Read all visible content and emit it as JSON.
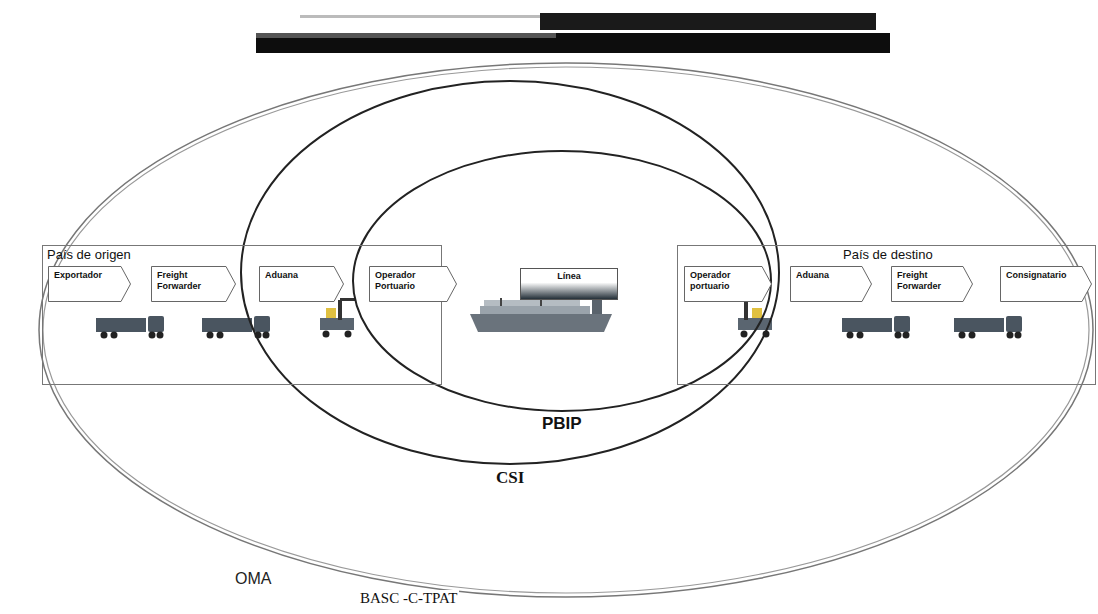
{
  "diagram": {
    "nodes": [
      {
        "text": [
          "OMA",
          "BASC -C-TPAT"
        ]
      },
      {
        "text": [
          "CSI"
        ]
      },
      {
        "text": [
          "PBIP"
        ]
      },
      {
        "text": [
          "País de origen"
        ]
      },
      {
        "text": [
          "Exportador"
        ],
        "in": 3
      },
      {
        "text": [
          "Freight Forwarder"
        ],
        "in": 3
      },
      {
        "text": [
          "Aduana"
        ],
        "in": 3
      },
      {
        "text": [
          "Operador Portuario"
        ],
        "in": 3
      },
      {
        "text": [
          "Línea"
        ]
      },
      {
        "text": [
          "País de destino"
        ]
      },
      {
        "text": [
          "Operador portuario"
        ],
        "in": 9
      },
      {
        "text": [
          "Aduana"
        ],
        "in": 9
      },
      {
        "text": [
          "Freight Forwarder"
        ],
        "in": 9
      },
      {
        "text": [
          "Consignatario"
        ],
        "in": 9
      }
    ]
  }
}
